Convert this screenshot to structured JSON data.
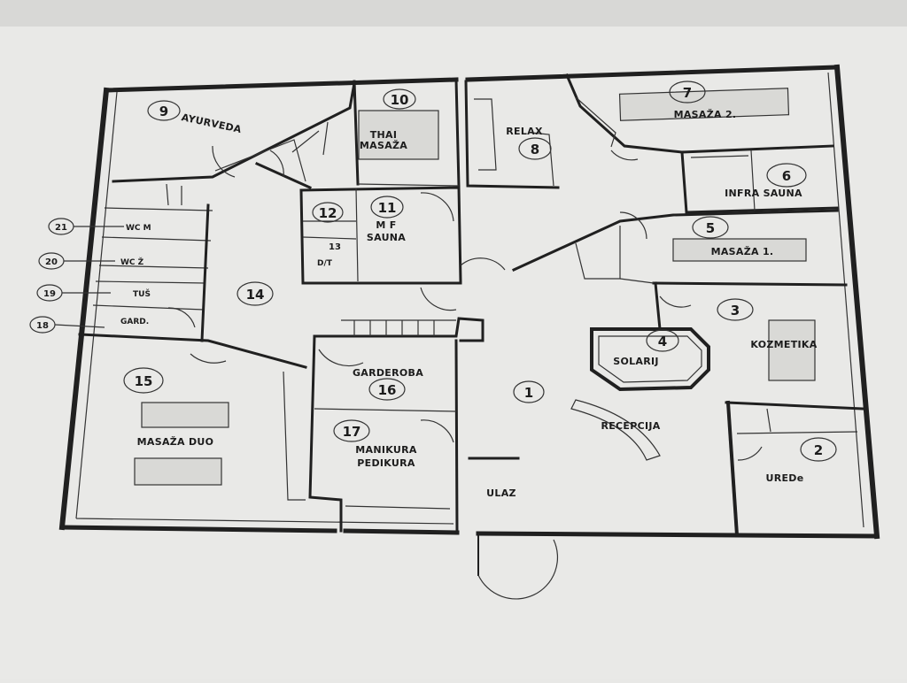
{
  "rooms": [
    {
      "id": "r1",
      "number": "1",
      "label": "",
      "label2": ""
    },
    {
      "id": "r2",
      "number": "2",
      "label": "UREDe",
      "label2": ""
    },
    {
      "id": "r3",
      "number": "3",
      "label": "KOZMETIKA",
      "label2": ""
    },
    {
      "id": "r4",
      "number": "4",
      "label": "SOLARIJ",
      "label2": ""
    },
    {
      "id": "r5",
      "number": "5",
      "label": "MASAŽA 1.",
      "label2": ""
    },
    {
      "id": "r6",
      "number": "6",
      "label": "INFRA SAUNA",
      "label2": ""
    },
    {
      "id": "r7",
      "number": "7",
      "label": "MASAŽA 2.",
      "label2": ""
    },
    {
      "id": "r8",
      "number": "8",
      "label": "RELAX",
      "label2": ""
    },
    {
      "id": "r9",
      "number": "9",
      "label": "AYURVEDA",
      "label2": ""
    },
    {
      "id": "r10",
      "number": "10",
      "label": "THAI",
      "label2": "MASAŽA"
    },
    {
      "id": "r11",
      "number": "11",
      "label": "M F",
      "label2": "SAUNA"
    },
    {
      "id": "r12",
      "number": "12",
      "label": "",
      "label2": ""
    },
    {
      "id": "r13",
      "number": "13",
      "label": "D/T",
      "label2": ""
    },
    {
      "id": "r14",
      "number": "14",
      "label": "",
      "label2": ""
    },
    {
      "id": "r15",
      "number": "15",
      "label": "MASAŽA DUO",
      "label2": ""
    },
    {
      "id": "r16",
      "number": "16",
      "label": "GARDEROBA",
      "label2": ""
    },
    {
      "id": "r17",
      "number": "17",
      "label": "MANIKURA",
      "label2": "PEDIKURA"
    }
  ],
  "side_rooms": [
    {
      "number": "21",
      "label": "WC M"
    },
    {
      "number": "20",
      "label": "WC Ž"
    },
    {
      "number": "19",
      "label": "TUŠ"
    },
    {
      "number": "18",
      "label": "GARD."
    }
  ],
  "reception_label": "RECEPCIJA",
  "entrance_label": "ULAZ"
}
